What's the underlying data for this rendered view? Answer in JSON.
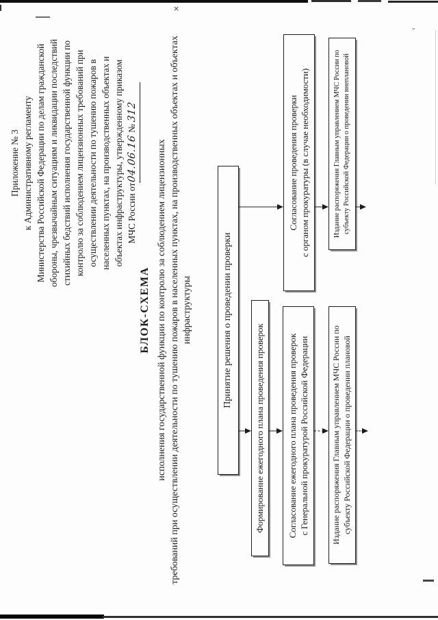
{
  "ink_color": "#1c1c1c",
  "paper_color": "#fdfdfd",
  "header": {
    "lines": [
      "Приложение № 3",
      "к Административному регламенту",
      "Министерства Российской Федерации по делам гражданской",
      "обороны, чрезвычайным ситуациям и ликвидации последствий",
      "стихийных бедствий исполнения государственной функции по",
      "контролю за соблюдением лицензионных требований при",
      "осуществлении деятельности по тушению пожаров в",
      "населенных пунктах, на производственных объектах и",
      "объектах инфраструктуры, утвержденному приказом"
    ],
    "approval": {
      "prefix": "МЧС России от",
      "date": "04.06.16",
      "numero": "№",
      "number": "312"
    }
  },
  "title": "БЛОК-СХЕМА",
  "subtitle": {
    "lines": [
      "исполнения государственной функции по контролю за соблюдением лицензионных",
      "требований при осуществлении деятельности по тушению пожаров в населенных пунктах, на производственных объектах и объектах",
      "инфраструктуры"
    ]
  },
  "flowchart": {
    "boxes": [
      {
        "id": "decision",
        "lines": [
          "Принятие решения о проведении проверки"
        ]
      },
      {
        "id": "annual-plan",
        "lines": [
          "Формирование ежегодного плана проведения проверок"
        ]
      },
      {
        "id": "plan-approval",
        "lines": [
          "Согласование ежегодного плана проведения проверок",
          "с Генеральной прокуратурой Российской Федерации"
        ]
      },
      {
        "id": "order-planned",
        "lines": [
          "Издание распоряжения Главным управлением МЧС России по",
          "субъекту Российской Федерации о проведении плановой"
        ]
      },
      {
        "id": "prosecutor-approval",
        "lines": [
          "Согласование проведения проверки",
          "с органом прокуратуры (в случае необходимости)"
        ]
      },
      {
        "id": "order-unplanned",
        "lines": [
          "Издание распоряжения Главным управлением МЧС России по",
          "субъекту Российской Федерации о проведении внеплановой"
        ]
      }
    ],
    "connectors": [
      {
        "from": "decision",
        "to": "annual-plan",
        "style": "solid"
      },
      {
        "from": "annual-plan",
        "to": "plan-approval",
        "style": "solid"
      },
      {
        "from": "plan-approval",
        "to": "order-planned",
        "style": "dashed"
      },
      {
        "from": "order-planned",
        "to": "continuation",
        "style": "dashed"
      },
      {
        "from": "decision",
        "to": "prosecutor-approval",
        "style": "solid"
      },
      {
        "from": "prosecutor-approval",
        "to": "order-unplanned",
        "style": "solid"
      },
      {
        "from": "order-unplanned",
        "to": "continuation",
        "style": "solid"
      }
    ]
  },
  "artifacts": {
    "x_mark": "×",
    "quote_mark": "„"
  }
}
